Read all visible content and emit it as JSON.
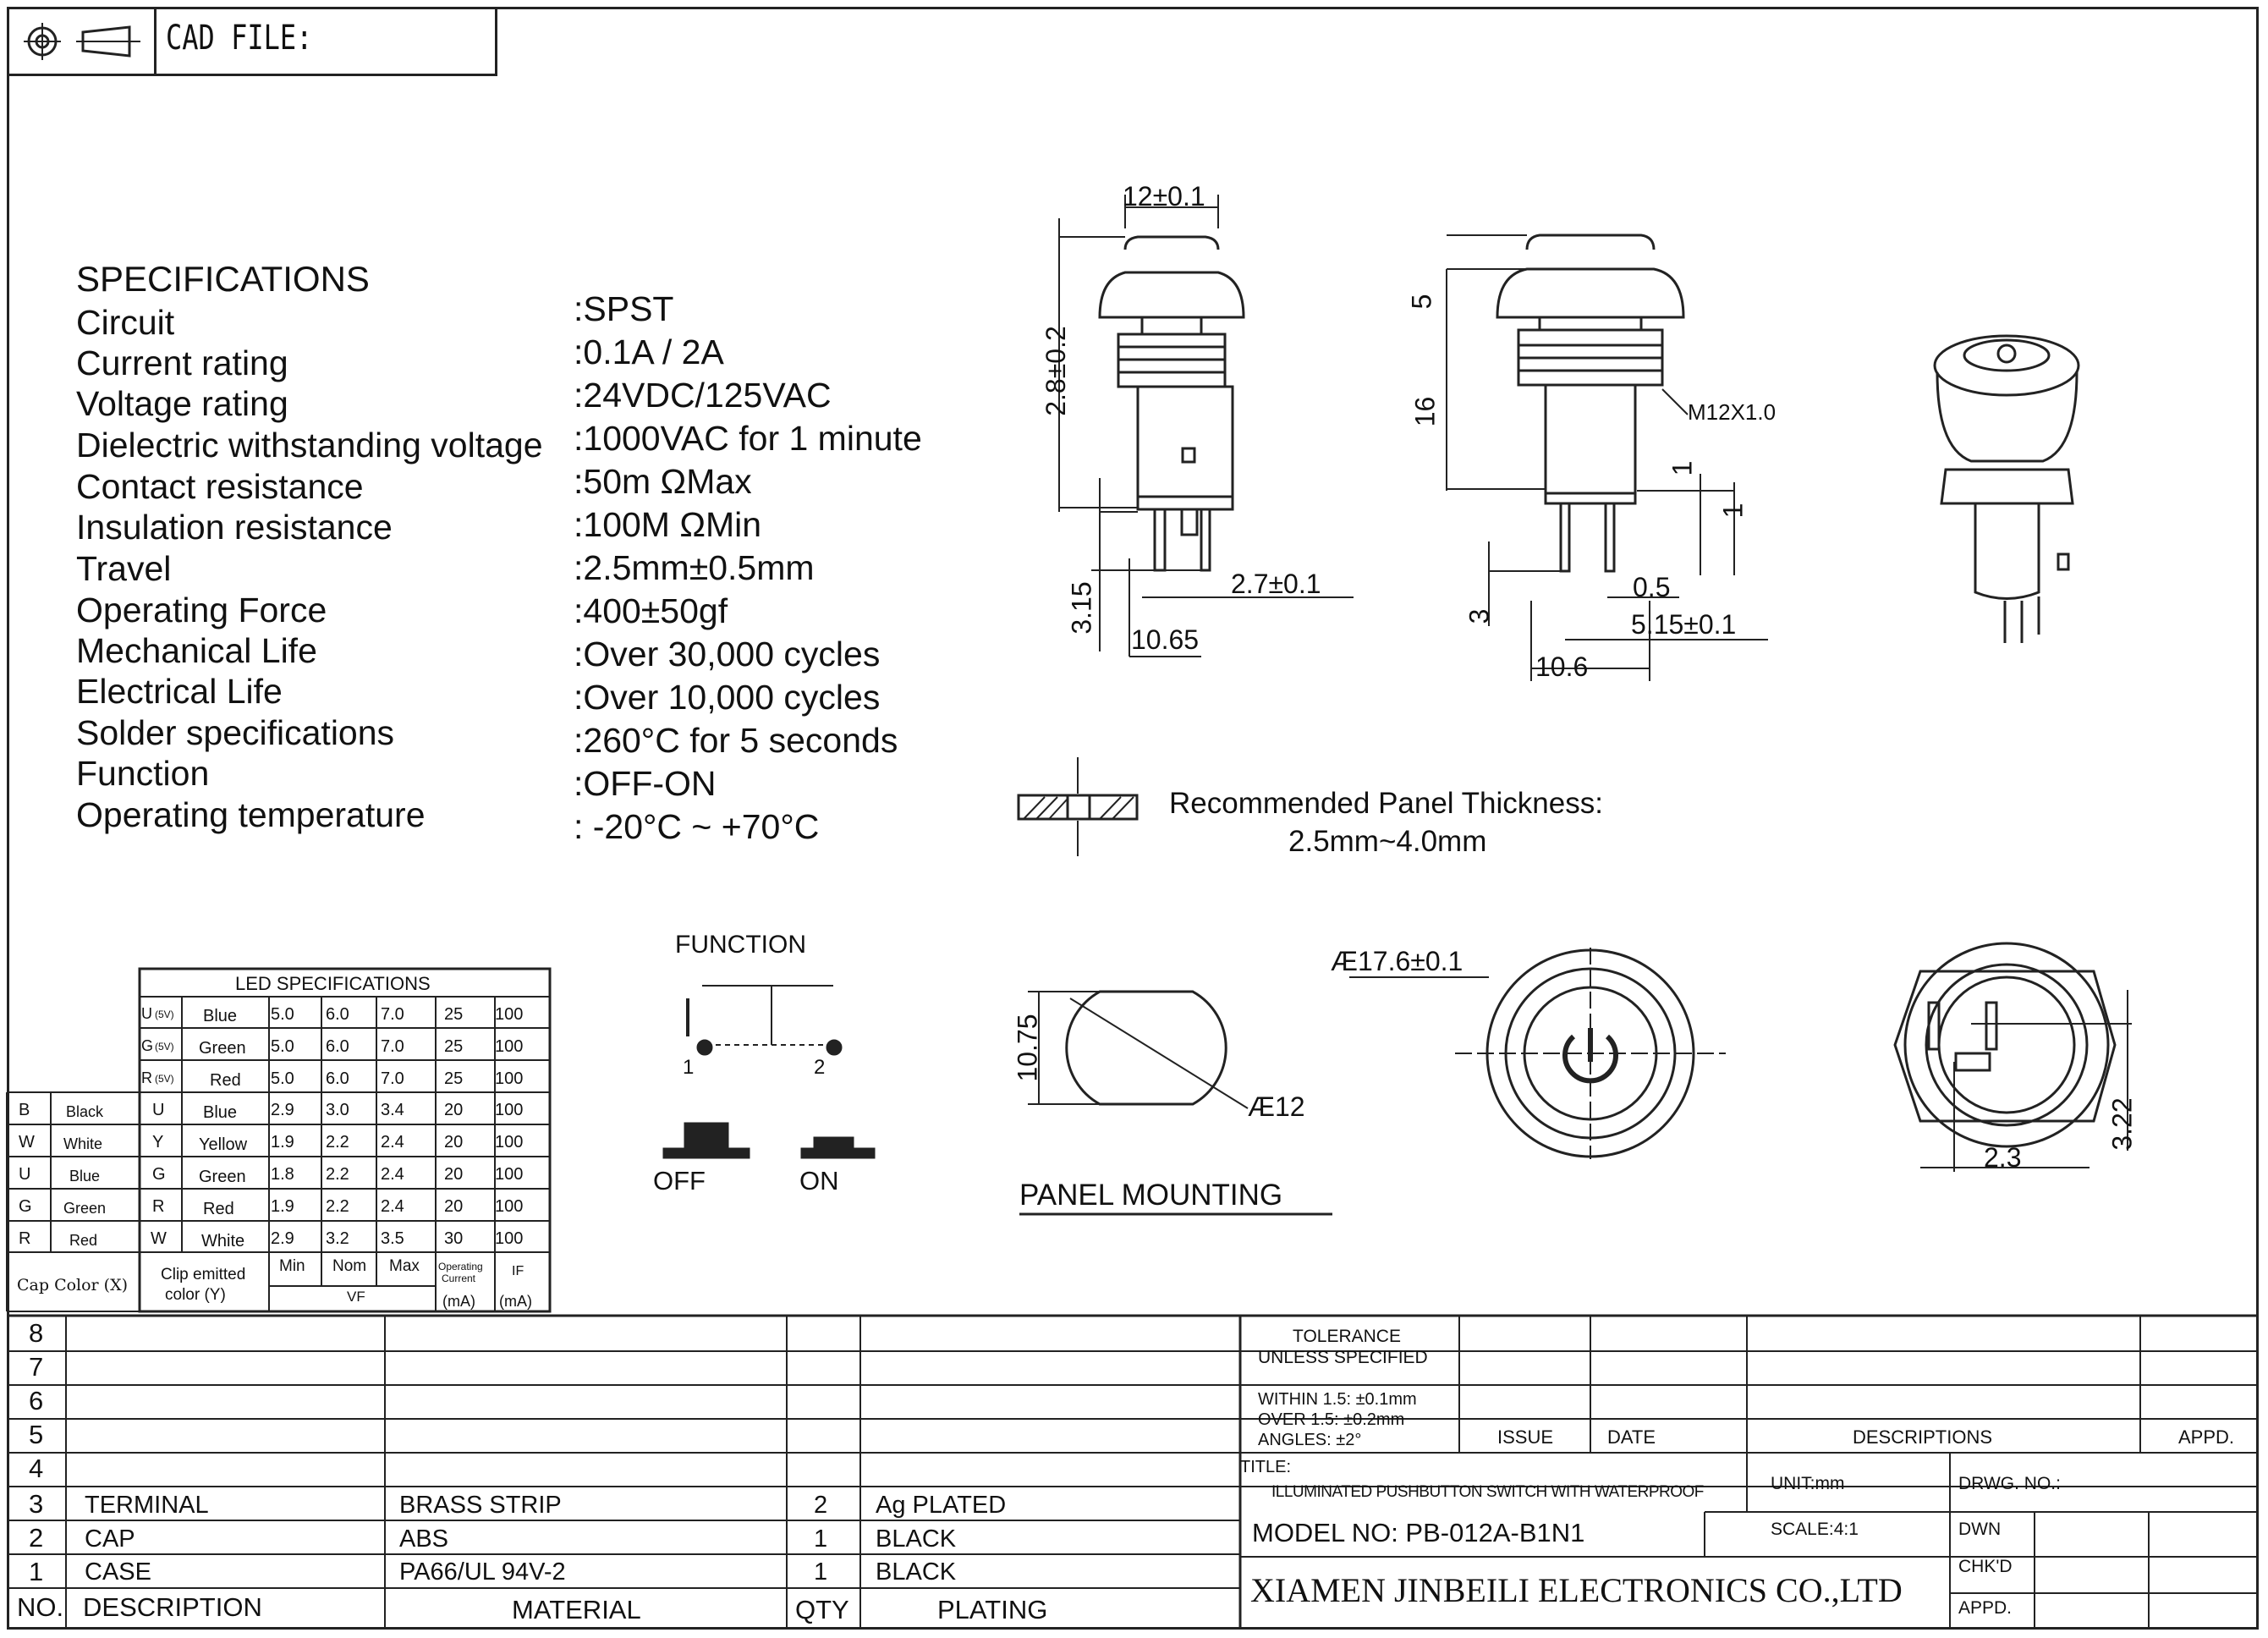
{
  "header": {
    "cad_title": "CAD FILE:"
  },
  "specifications": {
    "heading": "SPECIFICATIONS",
    "rows": [
      {
        "label": "Circuit",
        "value": ":SPST"
      },
      {
        "label": "Current rating",
        "value": ":0.1A / 2A"
      },
      {
        "label": "Voltage rating",
        "value": ":24VDC/125VAC"
      },
      {
        "label": "Dielectric withstanding voltage",
        "value": ":1000VAC for 1 minute"
      },
      {
        "label": "Contact resistance",
        "value": ":50m ΩMax"
      },
      {
        "label": "Insulation resistance",
        "value": ":100M ΩMin"
      },
      {
        "label": "Travel",
        "value": ":2.5mm±0.5mm"
      },
      {
        "label": "Operating Force",
        "value": ":400±50gf"
      },
      {
        "label": "Mechanical Life",
        "value": ":Over 30,000 cycles"
      },
      {
        "label": "Electrical Life",
        "value": ":Over 10,000 cycles"
      },
      {
        "label": "Solder specifications",
        "value": ":260°C for 5 seconds"
      },
      {
        "label": "Function",
        "value": ":OFF-ON"
      },
      {
        "label": "Operating temperature",
        "value": ": -20°C ~ +70°C"
      }
    ]
  },
  "dimensions": {
    "side_view": {
      "top_width": "12±0.1",
      "height": "2.8±0.2",
      "pin_len": "3.15",
      "pin_gap": "2.7±0.1",
      "base_width": "10.65"
    },
    "front_view": {
      "cap": "5",
      "body": "16",
      "thread": "M12X1.0",
      "d1": "1",
      "d2": "1",
      "pin": "3",
      "t05": "0.5",
      "pitch": "5.15±0.1",
      "width": "10.6"
    },
    "panel_note": {
      "line1": "Recommended Panel Thickness:",
      "line2": "2.5mm~4.0mm"
    },
    "panel_mount": {
      "title": "PANEL MOUNTING",
      "h": "10.75",
      "d": "Æ12"
    },
    "top_view": {
      "d": "Æ17.6±0.1"
    },
    "bottom_view": {
      "a": "2.3",
      "b": "3.22"
    }
  },
  "function_diagram": {
    "title": "FUNCTION",
    "pin1": "1",
    "pin2": "2",
    "off": "OFF",
    "on": "ON"
  },
  "led_table": {
    "title": "LED SPECIFICATIONS",
    "top_rows": [
      {
        "code": "U",
        "sub": "(5V)",
        "color": "Blue",
        "min": "5.0",
        "nom": "6.0",
        "max": "7.0",
        "op": "25",
        "if": "100"
      },
      {
        "code": "G",
        "sub": "(5V)",
        "color": "Green",
        "min": "5.0",
        "nom": "6.0",
        "max": "7.0",
        "op": "25",
        "if": "100"
      },
      {
        "code": "R",
        "sub": "(5V)",
        "color": "Red",
        "min": "5.0",
        "nom": "6.0",
        "max": "7.0",
        "op": "25",
        "if": "100"
      }
    ],
    "rows": [
      {
        "cap_code": "B",
        "cap": "Black",
        "code": "U",
        "color": "Blue",
        "min": "2.9",
        "nom": "3.0",
        "max": "3.4",
        "op": "20",
        "if": "100"
      },
      {
        "cap_code": "W",
        "cap": "White",
        "code": "Y",
        "color": "Yellow",
        "min": "1.9",
        "nom": "2.2",
        "max": "2.4",
        "op": "20",
        "if": "100"
      },
      {
        "cap_code": "U",
        "cap": "Blue",
        "code": "G",
        "color": "Green",
        "min": "1.8",
        "nom": "2.2",
        "max": "2.4",
        "op": "20",
        "if": "100"
      },
      {
        "cap_code": "G",
        "cap": "Green",
        "code": "R",
        "color": "Red",
        "min": "1.9",
        "nom": "2.2",
        "max": "2.4",
        "op": "20",
        "if": "100"
      },
      {
        "cap_code": "R",
        "cap": "Red",
        "code": "W",
        "color": "White",
        "min": "2.9",
        "nom": "3.2",
        "max": "3.5",
        "op": "30",
        "if": "100"
      }
    ],
    "footer": {
      "cap_color": "Cap Color (X)",
      "clip1": "Clip emitted",
      "clip2": "color (Y)",
      "min": "Min",
      "nom": "Nom",
      "max": "Max",
      "vf": "VF",
      "op1": "Operating",
      "op2": "Current",
      "ma1": "(mA)",
      "if": "IF",
      "ma2": "(mA)"
    }
  },
  "bom": {
    "rows": [
      {
        "no": "8",
        "desc": "",
        "material": "",
        "qty": "",
        "plating": ""
      },
      {
        "no": "7",
        "desc": "",
        "material": "",
        "qty": "",
        "plating": ""
      },
      {
        "no": "6",
        "desc": "",
        "material": "",
        "qty": "",
        "plating": ""
      },
      {
        "no": "5",
        "desc": "",
        "material": "",
        "qty": "",
        "plating": ""
      },
      {
        "no": "4",
        "desc": "",
        "material": "",
        "qty": "",
        "plating": ""
      },
      {
        "no": "3",
        "desc": "TERMINAL",
        "material": "BRASS STRIP",
        "qty": "2",
        "plating": "Ag PLATED"
      },
      {
        "no": "2",
        "desc": "CAP",
        "material": "ABS",
        "qty": "1",
        "plating": "BLACK"
      },
      {
        "no": "1",
        "desc": "CASE",
        "material": "PA66/UL 94V-2",
        "qty": "1",
        "plating": "BLACK"
      }
    ],
    "header": {
      "no": "NO.",
      "desc": "DESCRIPTION",
      "material": "MATERIAL",
      "qty": "QTY",
      "plating": "PLATING"
    }
  },
  "title_block": {
    "tol1": "TOLERANCE",
    "tol2": "UNLESS SPECIFIED",
    "within": "WITHIN 1.5: ±0.1mm",
    "over": "OVER 1.5:  ±0.2mm",
    "angles": "ANGLES: ±2°",
    "issue": "ISSUE",
    "date": "DATE",
    "descriptions": "DESCRIPTIONS",
    "appd": "APPD.",
    "title_label": "TITLE:",
    "title": "ILLUMINATED PUSHBUTTON SWITCH WITH WATERPROOF",
    "unit": "UNIT:mm",
    "drwg": "DRWG. NO.:",
    "model": "MODEL NO: PB-012A-B1N1",
    "scale": "SCALE:4:1",
    "dwn": "DWN",
    "chkd": "CHK'D",
    "appd2": "APPD.",
    "company": "XIAMEN JINBEILI ELECTRONICS CO.,LTD"
  }
}
